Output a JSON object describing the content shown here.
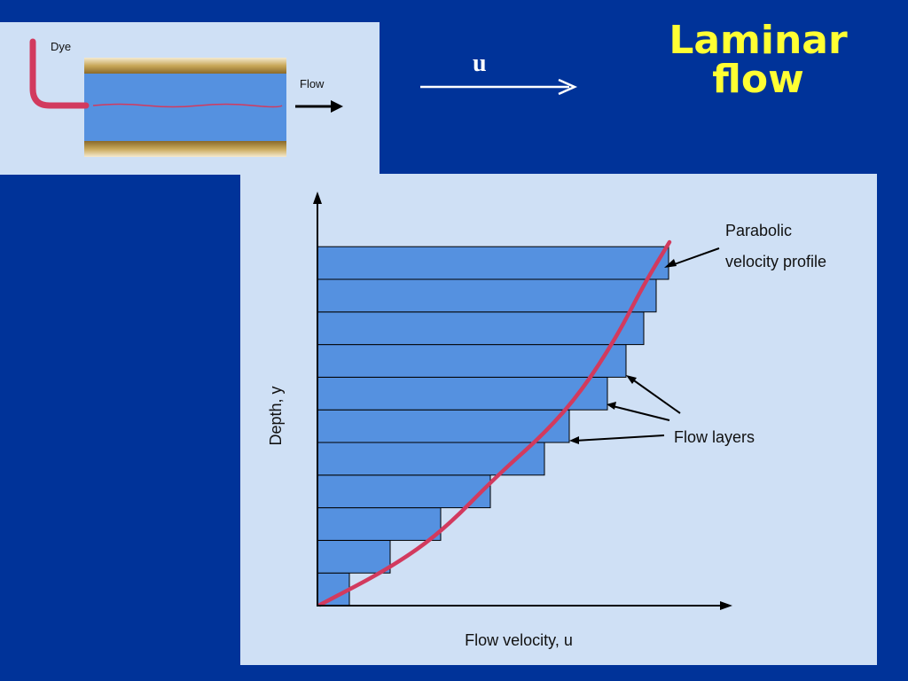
{
  "title": {
    "line1": "Laminar",
    "line2": "flow"
  },
  "velocity_symbol": "u",
  "pipe": {
    "dye_label": "Dye",
    "flow_label": "Flow"
  },
  "profile": {
    "y_axis_label": "Depth, y",
    "x_axis_label": "Flow velocity, u",
    "parabolic_label_line1": "Parabolic",
    "parabolic_label_line2": "velocity profile",
    "layers_label": "Flow layers",
    "layer_widths": [
      36,
      82,
      139,
      195,
      256,
      284,
      327,
      348,
      368,
      382,
      396
    ]
  },
  "colors": {
    "background": "#003399",
    "panel": "#cfe0f5",
    "layer_fill": "#5591e0",
    "curve": "#d23a5e",
    "title": "#ffff33"
  }
}
